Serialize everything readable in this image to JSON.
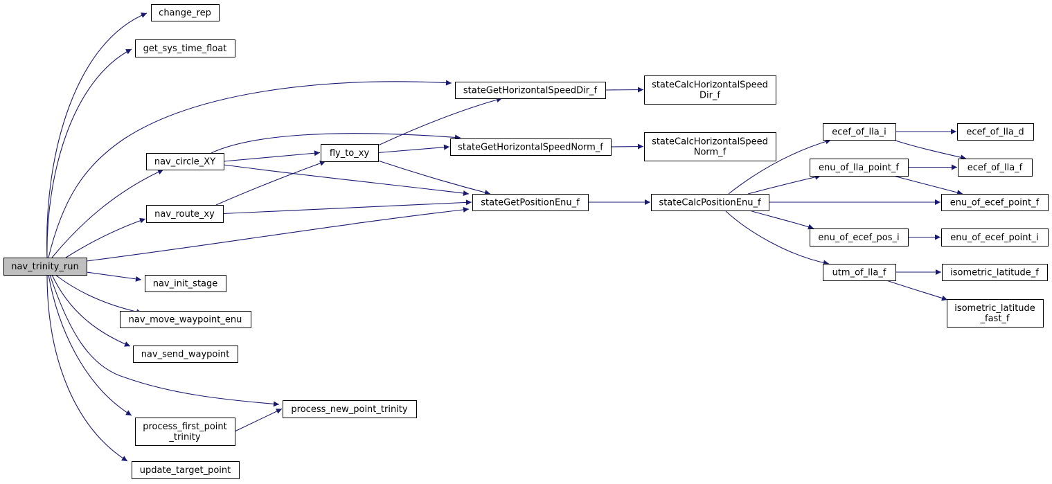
{
  "graph": {
    "colors": {
      "edge": "#191970",
      "node_border": "#000000",
      "root_fill": "#bfbfbf",
      "node_fill": "#ffffff"
    },
    "nodes": {
      "nav_trinity_run": [
        "nav_trinity_run"
      ],
      "change_rep": [
        "change_rep"
      ],
      "get_sys_time_float": [
        "get_sys_time_float"
      ],
      "stateGetHorizontalSpeedDir_f": [
        "stateGetHorizontalSpeedDir_f"
      ],
      "stateCalcHorizontalSpeedDir_f": [
        "stateCalcHorizontalSpeed",
        "Dir_f"
      ],
      "nav_circle_XY": [
        "nav_circle_XY"
      ],
      "fly_to_xy": [
        "fly_to_xy"
      ],
      "stateGetHorizontalSpeedNorm_f": [
        "stateGetHorizontalSpeedNorm_f"
      ],
      "stateCalcHorizontalSpeedNorm_f": [
        "stateCalcHorizontalSpeed",
        "Norm_f"
      ],
      "nav_route_xy": [
        "nav_route_xy"
      ],
      "stateGetPositionEnu_f": [
        "stateGetPositionEnu_f"
      ],
      "stateCalcPositionEnu_f": [
        "stateCalcPositionEnu_f"
      ],
      "ecef_of_lla_i": [
        "ecef_of_lla_i"
      ],
      "ecef_of_lla_d": [
        "ecef_of_lla_d"
      ],
      "enu_of_lla_point_f": [
        "enu_of_lla_point_f"
      ],
      "ecef_of_lla_f": [
        "ecef_of_lla_f"
      ],
      "enu_of_ecef_point_f": [
        "enu_of_ecef_point_f"
      ],
      "enu_of_ecef_pos_i": [
        "enu_of_ecef_pos_i"
      ],
      "enu_of_ecef_point_i": [
        "enu_of_ecef_point_i"
      ],
      "utm_of_lla_f": [
        "utm_of_lla_f"
      ],
      "isometric_latitude_f": [
        "isometric_latitude_f"
      ],
      "isometric_latitude_fast_f": [
        "isometric_latitude",
        "_fast_f"
      ],
      "nav_init_stage": [
        "nav_init_stage"
      ],
      "nav_move_waypoint_enu": [
        "nav_move_waypoint_enu"
      ],
      "nav_send_waypoint": [
        "nav_send_waypoint"
      ],
      "process_new_point_trinity": [
        "process_new_point_trinity"
      ],
      "process_first_point_trinity": [
        "process_first_point",
        "_trinity"
      ],
      "update_target_point": [
        "update_target_point"
      ]
    },
    "edges": [
      [
        "nav_trinity_run",
        "change_rep"
      ],
      [
        "nav_trinity_run",
        "get_sys_time_float"
      ],
      [
        "nav_trinity_run",
        "stateGetHorizontalSpeedDir_f"
      ],
      [
        "nav_trinity_run",
        "nav_circle_XY"
      ],
      [
        "nav_trinity_run",
        "nav_route_xy"
      ],
      [
        "nav_trinity_run",
        "stateGetPositionEnu_f"
      ],
      [
        "nav_trinity_run",
        "nav_init_stage"
      ],
      [
        "nav_trinity_run",
        "nav_move_waypoint_enu"
      ],
      [
        "nav_trinity_run",
        "nav_send_waypoint"
      ],
      [
        "nav_trinity_run",
        "process_new_point_trinity"
      ],
      [
        "nav_trinity_run",
        "process_first_point_trinity"
      ],
      [
        "nav_trinity_run",
        "update_target_point"
      ],
      [
        "stateGetHorizontalSpeedDir_f",
        "stateCalcHorizontalSpeedDir_f"
      ],
      [
        "nav_circle_XY",
        "fly_to_xy"
      ],
      [
        "nav_circle_XY",
        "stateGetHorizontalSpeedNorm_f"
      ],
      [
        "nav_circle_XY",
        "stateGetPositionEnu_f"
      ],
      [
        "fly_to_xy",
        "stateGetHorizontalSpeedDir_f"
      ],
      [
        "fly_to_xy",
        "stateGetHorizontalSpeedNorm_f"
      ],
      [
        "fly_to_xy",
        "stateGetPositionEnu_f"
      ],
      [
        "stateGetHorizontalSpeedNorm_f",
        "stateCalcHorizontalSpeedNorm_f"
      ],
      [
        "nav_route_xy",
        "fly_to_xy"
      ],
      [
        "nav_route_xy",
        "stateGetPositionEnu_f"
      ],
      [
        "stateGetPositionEnu_f",
        "stateCalcPositionEnu_f"
      ],
      [
        "stateCalcPositionEnu_f",
        "ecef_of_lla_i"
      ],
      [
        "stateCalcPositionEnu_f",
        "enu_of_lla_point_f"
      ],
      [
        "stateCalcPositionEnu_f",
        "enu_of_ecef_point_f"
      ],
      [
        "stateCalcPositionEnu_f",
        "enu_of_ecef_pos_i"
      ],
      [
        "stateCalcPositionEnu_f",
        "utm_of_lla_f"
      ],
      [
        "ecef_of_lla_i",
        "ecef_of_lla_d"
      ],
      [
        "ecef_of_lla_i",
        "ecef_of_lla_f"
      ],
      [
        "enu_of_lla_point_f",
        "ecef_of_lla_f"
      ],
      [
        "enu_of_lla_point_f",
        "enu_of_ecef_point_f"
      ],
      [
        "enu_of_ecef_pos_i",
        "enu_of_ecef_point_i"
      ],
      [
        "utm_of_lla_f",
        "isometric_latitude_f"
      ],
      [
        "utm_of_lla_f",
        "isometric_latitude_fast_f"
      ],
      [
        "process_first_point_trinity",
        "process_new_point_trinity"
      ]
    ]
  }
}
